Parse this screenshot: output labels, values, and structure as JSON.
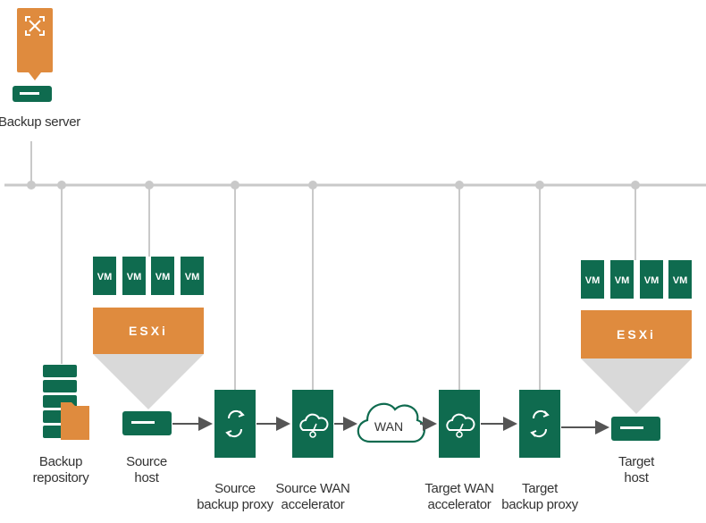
{
  "colors": {
    "green": "#0f6b4f",
    "orange": "#df8b3e",
    "grey_line": "#c9c9c9",
    "cone": "#d9d9d9",
    "arrow": "#555555",
    "text": "#333333"
  },
  "backup_server": {
    "label": "Backup server",
    "icon": "backup-server-icon"
  },
  "source_host": {
    "vms": [
      "VM",
      "VM",
      "VM",
      "VM"
    ],
    "hypervisor": "ESXi",
    "label_line1": "Source",
    "label_line2": "host"
  },
  "target_host": {
    "vms": [
      "VM",
      "VM",
      "VM",
      "VM"
    ],
    "hypervisor": "ESXi",
    "label_line1": "Target",
    "label_line2": "host"
  },
  "backup_repository": {
    "label_line1": "Backup",
    "label_line2": "repository"
  },
  "source_proxy": {
    "label_line1": "Source",
    "label_line2": "backup proxy"
  },
  "source_wan": {
    "label_line1": "Source WAN",
    "label_line2": "accelerator"
  },
  "wan": {
    "label": "WAN"
  },
  "target_wan": {
    "label_line1": "Target WAN",
    "label_line2": "accelerator"
  },
  "target_proxy": {
    "label_line1": "Target",
    "label_line2": "backup proxy"
  }
}
